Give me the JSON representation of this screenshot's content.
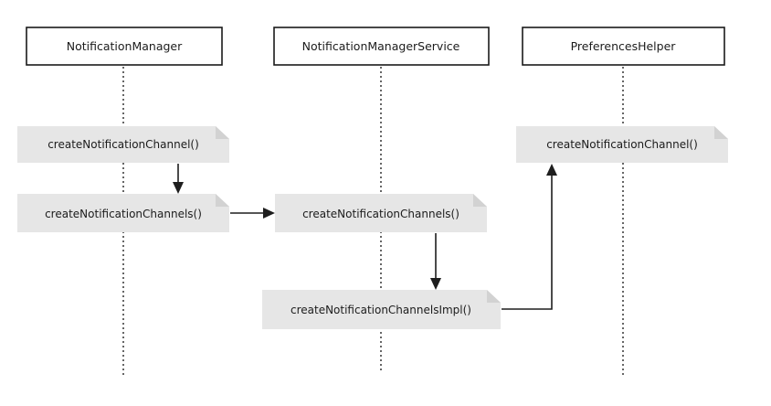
{
  "participants": {
    "notification_manager": "NotificationManager",
    "notification_manager_service": "NotificationManagerService",
    "preferences_helper": "PreferencesHelper"
  },
  "notes": {
    "nm_create_channel": "createNotificationChannel()",
    "nm_create_channels": "createNotificationChannels()",
    "nms_create_channels": "createNotificationChannels()",
    "nms_create_channels_impl": "createNotificationChannelsImpl()",
    "ph_create_channel": "createNotificationChannel()"
  },
  "colors": {
    "note_fill": "#e6e6e6",
    "note_fold": "#d2d2d2",
    "line": "#1e1e1e"
  }
}
